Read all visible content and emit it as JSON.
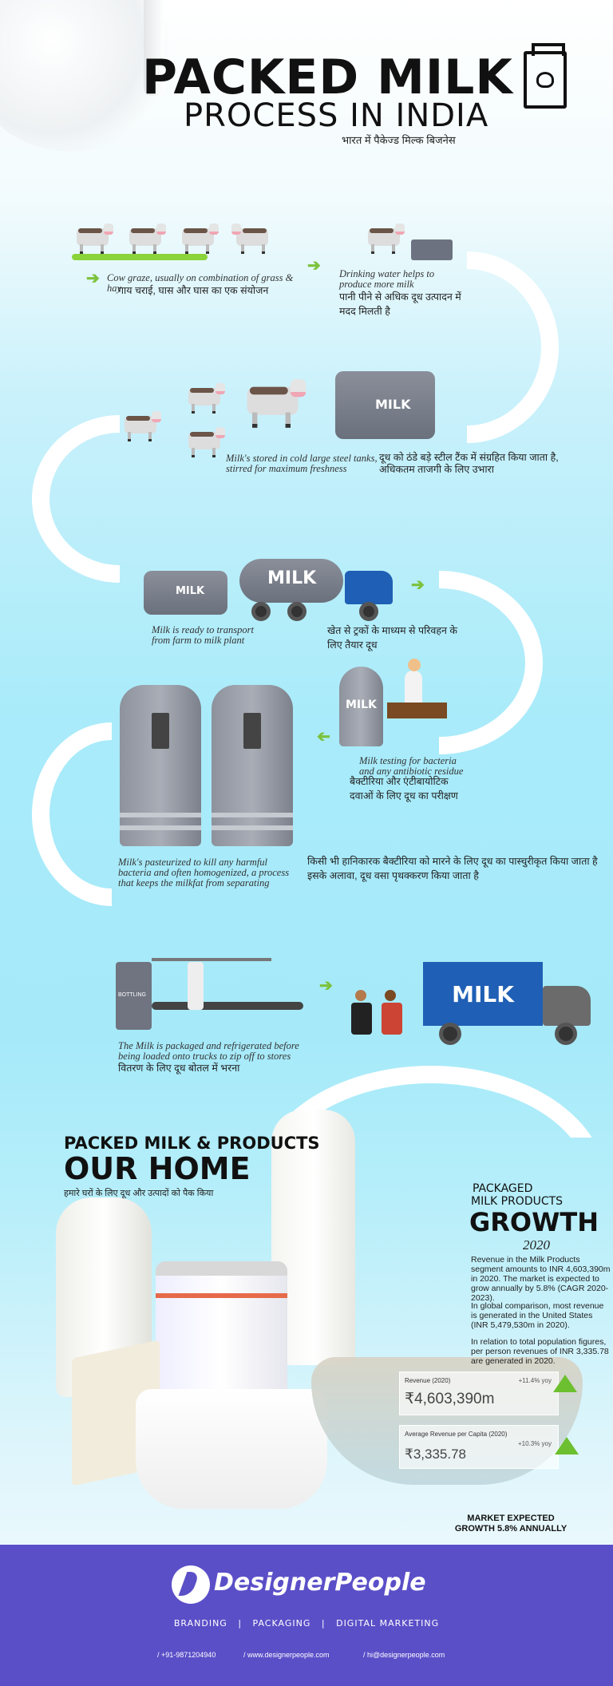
{
  "header": {
    "title_line1": "PACKED MILK",
    "title_line2": "PROCESS IN INDIA",
    "subtitle_hindi": "भारत में पैकेज्ड मिल्क बिजनेस",
    "icon": "milk-carton-cow-icon"
  },
  "steps": [
    {
      "caption": "Cow graze, usually on combination of grass & hay",
      "hindi": "गाय चराई, घास और घास का एक संयोजन"
    },
    {
      "caption": "Drinking water helps to produce more milk",
      "hindi": "पानी पीने से अधिक दूध उत्पादन में मदद मिलती है"
    },
    {
      "caption": "Milk's stored in cold large steel tanks, stirred for maximum freshness",
      "hindi": "दूध को ठंडे बड़े स्टील टैंक में संग्रहित किया जाता है, अधिकतम ताजगी के लिए उभारा",
      "tank_label": "MILK"
    },
    {
      "caption": "Milk is ready to transport from farm to milk plant",
      "hindi": "खेत से ट्रकों के माध्यम से परिवहन के लिए तैयार दूध",
      "tank_label": "MILK",
      "truck_label": "MILK"
    },
    {
      "caption": "Milk testing for bacteria and any antibiotic residue",
      "hindi": "बैक्टीरिया और एंटीबायोटिक दवाओं के लिए दूध का परीक्षण",
      "can_label": "MILK"
    },
    {
      "caption": "Milk's pasteurized to kill any harmful bacteria and often homogenized, a process that keeps the milkfat from separating",
      "hindi": "किसी भी हानिकारक बैक्टीरिया को मारने के लिए दूध का पास्चुरीकृत किया जाता है  इसके अलावा, दूध वसा पृथक्करण किया जाता है"
    },
    {
      "caption": "The Milk is packaged and refrigerated before being loaded onto trucks to zip off to stores",
      "hindi": "वितरण के लिए दूध बोतल में भरना",
      "machine_label": "BOTTLING",
      "truck_label": "MILK"
    }
  ],
  "home": {
    "line1": "PACKED MILK & PRODUCTS",
    "line2": "OUR HOME",
    "hindi": "हमारे घरों के लिए दूध और उत्पादों को पैक किया"
  },
  "growth": {
    "line1": "PACKAGED",
    "line2": "MILK PRODUCTS",
    "line3": "GROWTH",
    "year": "2020",
    "paragraphs": [
      "Revenue in the Milk Products segment amounts to INR 4,603,390m in 2020. The market is expected to grow annually by 5.8% (CAGR 2020-2023).",
      "In global comparison, most revenue is generated in the United States (INR 5,479,530m in 2020).",
      "In relation to total population figures, per person revenues of INR 3,335.78 are generated in 2020."
    ],
    "cards": [
      {
        "label": "Revenue (2020)",
        "change": "+11.4% yoy",
        "value": "₹4,603,390m"
      },
      {
        "label": "Average Revenue per Capita (2020)",
        "change": "+10.3% yoy",
        "value": "₹3,335.78"
      }
    ],
    "footer_line1": "MARKET EXPECTED",
    "footer_line2": "GROWTH 5.8% ANNUALLY"
  },
  "colors": {
    "accent_green": "#7cc23b",
    "footer_purple": "#5b4fc8",
    "truck_blue": "#1f5fb5"
  },
  "footer": {
    "brand": "DesignerPeople",
    "services": [
      "BRANDING",
      "PACKAGING",
      "DIGITAL MARKETING"
    ],
    "separator": "|",
    "phone": "/ +91-9871204940",
    "website": "/ www.designerpeople.com",
    "email": "/ hi@designerpeople.com"
  }
}
